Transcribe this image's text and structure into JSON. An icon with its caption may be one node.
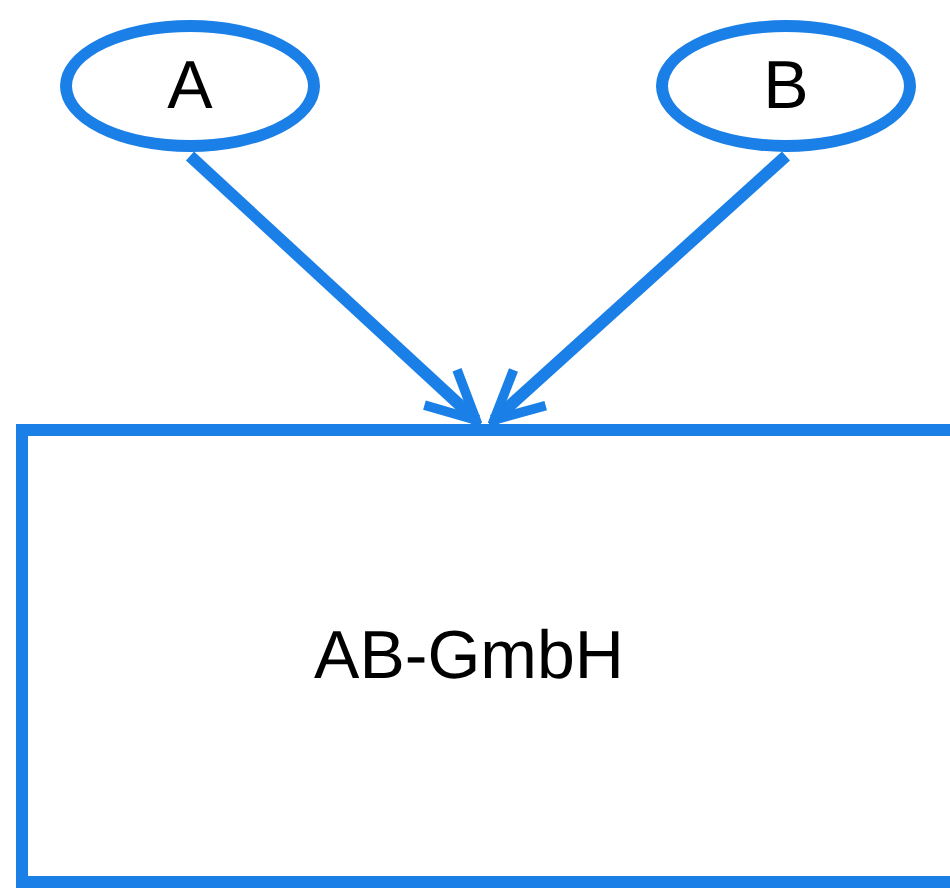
{
  "diagram": {
    "nodes": [
      {
        "text": [
          "A"
        ]
      },
      {
        "text": [
          "B"
        ]
      },
      {
        "text": [
          "AB-GmbH"
        ]
      }
    ],
    "edges": [
      {
        "from": 0,
        "to": 2,
        "arrow": "to"
      },
      {
        "from": 1,
        "to": 2,
        "arrow": "to"
      }
    ]
  }
}
